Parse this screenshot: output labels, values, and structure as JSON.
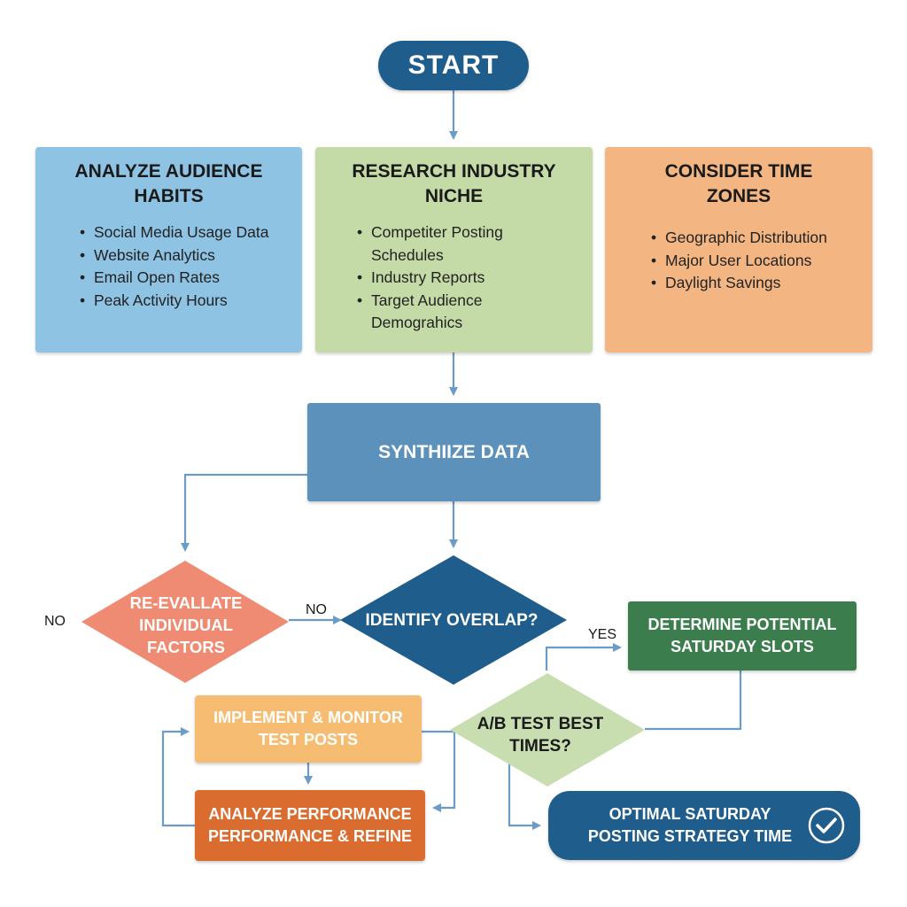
{
  "nodes": {
    "start": "START",
    "audience": {
      "title": "ANALYZE AUDIENCE HABITS",
      "items": [
        "Social Media Usage Data",
        "Website Analytics",
        "Email Open Rates",
        "Peak Activity Hours"
      ]
    },
    "industry": {
      "title": "RESEARCH INDUSTRY NICHE",
      "items": [
        "Competiter Posting Schedules",
        "Industry Reports",
        "Target Audience Demograhics"
      ]
    },
    "timezones": {
      "title": "CONSIDER TIME ZONES",
      "items": [
        "Geographic Distribution",
        "Major User Locations",
        "Daylight Savings"
      ]
    },
    "synthesize": "SYNTHIIZE DATA",
    "reevaluate": "RE-EVALLATE INDIVIDUAL FACTORS",
    "overlap": "IDENTIFY OVERLAP?",
    "determine": "DETERMINE POTENTIAL SATURDAY SLOTS",
    "abtest": "A/B TEST BEST TIMES?",
    "implement": "IMPLEMENT & MONITOR TEST POSTS",
    "analyze": "ANALYZE PERFORMANCE PERFORMANCE & REFINE",
    "optimal": "OPTIMAL SATURDAY POSTING STRATEGY TIME"
  },
  "edge_labels": {
    "no_left": "NO",
    "no_mid": "NO",
    "yes": "YES"
  },
  "colors": {
    "start": "#1f5d8c",
    "audience": "#8ec3e3",
    "industry": "#c5dba7",
    "timezones": "#f3b683",
    "synthesize": "#5b91bb",
    "reevaluate": "#ef8b72",
    "overlap": "#1f5d8c",
    "determine": "#3b7d4d",
    "abtest": "#c9deb0",
    "implement": "#f6bd72",
    "analyze": "#db6c30",
    "optimal": "#1f5d8c",
    "connector": "#6a9cc7"
  },
  "icons": {
    "optimal": "check-circle-icon"
  }
}
